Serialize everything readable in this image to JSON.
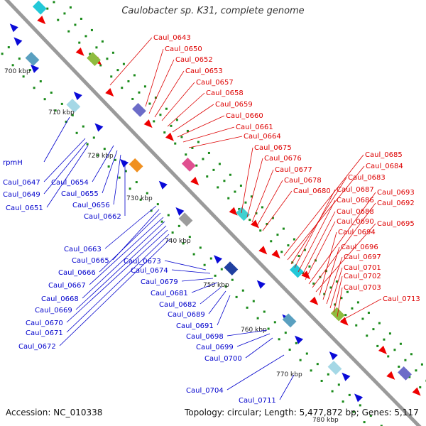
{
  "title": "Caulobacter sp. K31, complete genome",
  "footer": {
    "accession_label": "Accession:",
    "accession": "NC_010338",
    "topology_label": "Topology:",
    "topology": "circular",
    "length_label": "Length:",
    "length": "5,477,872 bp",
    "genes_label": "Genes:",
    "genes": "5,117"
  },
  "scale_labels": [
    "700 kbp",
    "710 kbp",
    "720 kbp",
    "730 kbp",
    "740 kbp",
    "750 kbp",
    "760 kbp",
    "770 kbp",
    "780 kbp"
  ],
  "colors": {
    "backbone": "#9a9a9a",
    "forward_gene": "#ee0000",
    "reverse_gene": "#0a0ad8",
    "right_label": "#dd0000",
    "left_label": "#0000cc",
    "tick": "#1a8a1a"
  },
  "right_labels": [
    "Caul_0643",
    "Caul_0650",
    "Caul_0652",
    "Caul_0653",
    "Caul_0657",
    "Caul_0658",
    "Caul_0659",
    "Caul_0660",
    "Caul_0661",
    "Caul_0664",
    "Caul_0675",
    "Caul_0676",
    "Caul_0677",
    "Caul_0678",
    "Caul_0680",
    "Caul_0685",
    "Caul_0684",
    "Caul_0683",
    "Caul_0687",
    "Caul_0686",
    "Caul_0688",
    "Caul_0690",
    "Caul_0693",
    "Caul_0692",
    "Caul_0695",
    "Caul_0694",
    "Caul_0696",
    "Caul_0697",
    "Caul_0701",
    "Caul_0702",
    "Caul_0703",
    "Caul_0713"
  ],
  "left_labels": [
    "rpmH",
    "Caul_0647",
    "Caul_0649",
    "Caul_0651",
    "Caul_0654",
    "Caul_0655",
    "Caul_0656",
    "Caul_0662",
    "Caul_0663",
    "Caul_0665",
    "Caul_0666",
    "Caul_0667",
    "Caul_0668",
    "Caul_0669",
    "Caul_0670",
    "Caul_0671",
    "Caul_0672",
    "Caul_0673",
    "Caul_0674",
    "Caul_0679",
    "Caul_0681",
    "Caul_0682",
    "Caul_0689",
    "Caul_0691",
    "Caul_0698",
    "Caul_0699",
    "Caul_0700",
    "Caul_0704",
    "Caul_0711"
  ]
}
